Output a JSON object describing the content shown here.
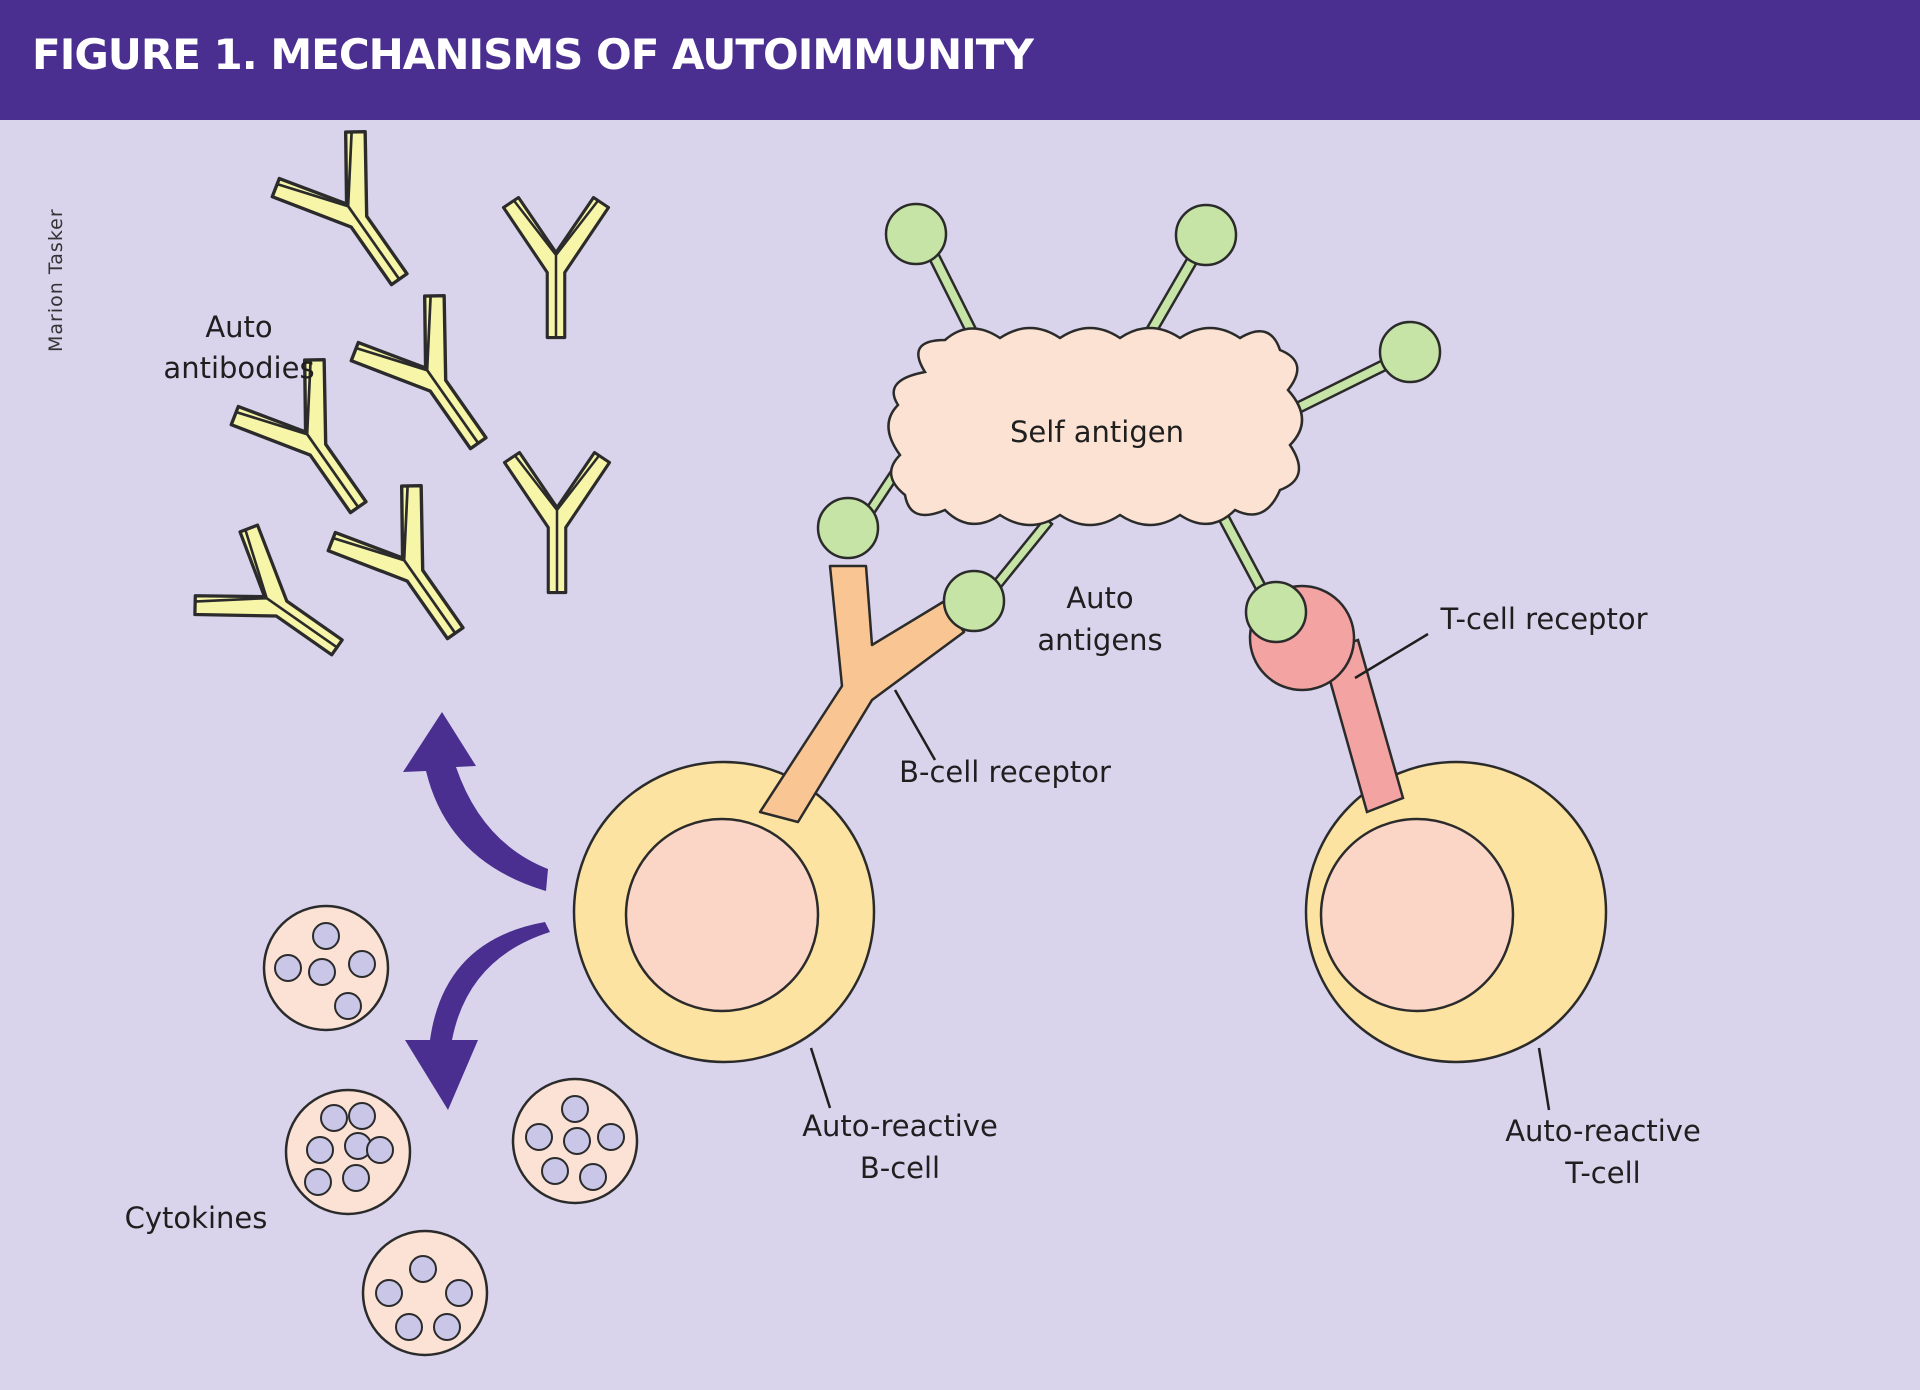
{
  "title": "FIGURE 1. MECHANISMS OF AUTOIMMUNITY",
  "credit": "Marion Tasker",
  "labels": {
    "auto_antibodies": [
      "Auto",
      "antibodies"
    ],
    "self_antigen": "Self antigen",
    "auto_antigens": [
      "Auto",
      "antigens"
    ],
    "t_cell_receptor": "T-cell receptor",
    "b_cell_receptor": "B-cell receptor",
    "auto_reactive_b_cell": [
      "Auto-reactive",
      "B-cell"
    ],
    "auto_reactive_t_cell": [
      "Auto-reactive",
      "T-cell"
    ],
    "cytokines": "Cytokines"
  },
  "colors": {
    "header": "#4a2f91",
    "background": "#d9d4ec",
    "antibody": "#f7f5a8",
    "antigen_ball": "#c5e4a5",
    "self_antigen": "#fce2d2",
    "cell_outer": "#fde3a2",
    "cell_nucleus": "#fbd6c6",
    "b_receptor": "#f9c693",
    "t_receptor": "#f4a3a3",
    "arrow": "#4a2f91",
    "cytokine_vesicle": "#fbe2d4",
    "cytokine_dot": "#c9c6e8"
  },
  "icons": [
    "antibody-icon",
    "antigen-icon",
    "cell-icon",
    "receptor-icon",
    "arrow-icon",
    "cytokine-vesicle-icon"
  ]
}
